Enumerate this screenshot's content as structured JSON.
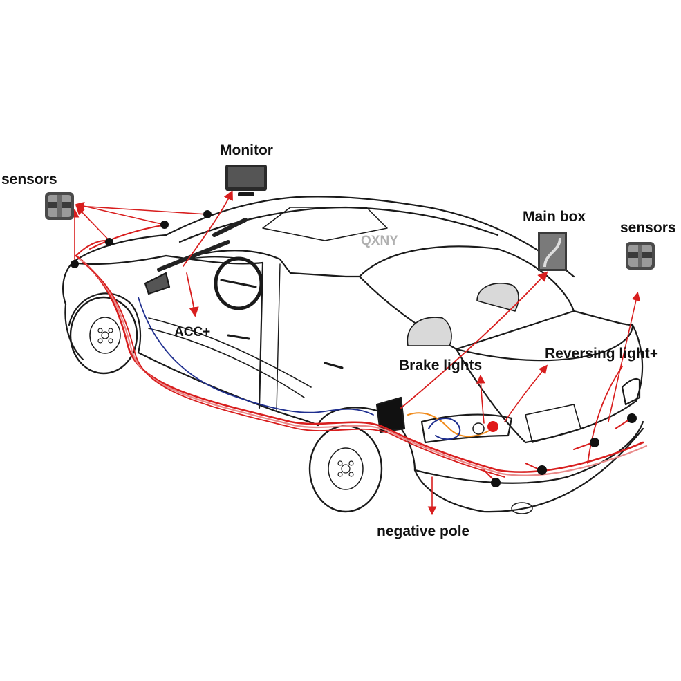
{
  "labels": {
    "sensors_front": "sensors",
    "monitor": "Monitor",
    "main_box": "Main box",
    "sensors_rear": "sensors",
    "acc": "ACC+",
    "brake_lights": "Brake lights",
    "reversing_light": "Reversing light+",
    "negative_pole": "negative pole"
  },
  "watermark": "QXNY",
  "colors": {
    "wire_red": "#d81e1e",
    "wire_pink": "#e98a8a",
    "wire_blue": "#1f2f8f",
    "wire_orange": "#f08a1a",
    "outline": "#1a1a1a",
    "sensor_dot": "#111111",
    "brake_light_red": "#e01818"
  },
  "icons": {
    "monitor": "monitor-icon",
    "main_box": "main-box-icon",
    "sensor": "sensor-icon"
  }
}
